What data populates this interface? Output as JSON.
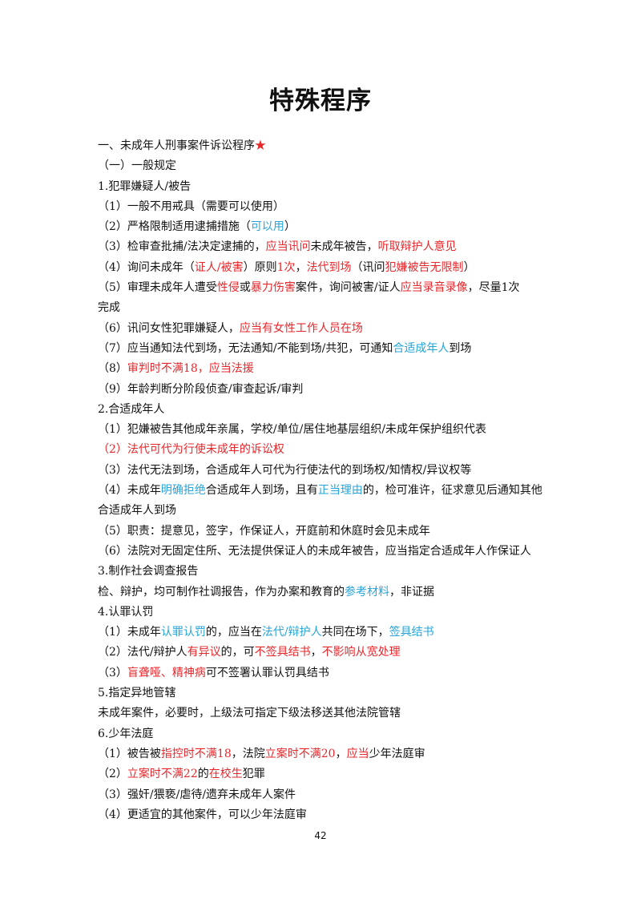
{
  "page": {
    "title": "特殊程序",
    "page_number": "42",
    "colors": {
      "text": "#111111",
      "red_highlight": "#e8272b",
      "blue_highlight": "#25a5d9"
    }
  },
  "lines": [
    {
      "name": "section-heading",
      "segments": [
        {
          "t": "一、未成年人刑事案件诉讼程序"
        },
        {
          "t": "★",
          "c": "red"
        }
      ]
    },
    {
      "name": "subsection-heading",
      "segments": [
        {
          "t": "（一）一般规定"
        }
      ]
    },
    {
      "name": "item-heading",
      "segments": [
        {
          "t": "1.犯罪嫌疑人/被告"
        }
      ]
    },
    {
      "name": "list-item",
      "segments": [
        {
          "t": "（1）一般不用戒具（需要可以使用）"
        }
      ]
    },
    {
      "name": "list-item",
      "segments": [
        {
          "t": "（2）严格限制适用逮捕措施（"
        },
        {
          "t": "可以用",
          "c": "blue"
        },
        {
          "t": "）"
        }
      ]
    },
    {
      "name": "list-item",
      "segments": [
        {
          "t": "（3）检审查批捕/法决定逮捕的，"
        },
        {
          "t": "应当讯问",
          "c": "red"
        },
        {
          "t": "未成年被告，"
        },
        {
          "t": "听取辩护人意见",
          "c": "red"
        }
      ]
    },
    {
      "name": "list-item",
      "segments": [
        {
          "t": "（4）询问未成年（"
        },
        {
          "t": "证人/被害",
          "c": "red"
        },
        {
          "t": "）原则"
        },
        {
          "t": "1次",
          "c": "red"
        },
        {
          "t": "，"
        },
        {
          "t": "法代到场",
          "c": "red"
        },
        {
          "t": "（讯问"
        },
        {
          "t": "犯嫌被告无限制",
          "c": "red"
        },
        {
          "t": "）"
        }
      ]
    },
    {
      "name": "list-item",
      "segments": [
        {
          "t": "（5）审理未成年人遭受"
        },
        {
          "t": "性侵",
          "c": "red"
        },
        {
          "t": "或"
        },
        {
          "t": "暴力伤害",
          "c": "red"
        },
        {
          "t": "案件，询问被害/证人"
        },
        {
          "t": "应当录音录像",
          "c": "red"
        },
        {
          "t": "，尽量1次"
        }
      ]
    },
    {
      "name": "list-item-continuation",
      "segments": [
        {
          "t": "完成"
        }
      ]
    },
    {
      "name": "list-item",
      "segments": [
        {
          "t": "（6）讯问女性犯罪嫌疑人，"
        },
        {
          "t": "应当有女性工作人员在场",
          "c": "red"
        }
      ]
    },
    {
      "name": "list-item",
      "segments": [
        {
          "t": "（7）应当通知法代到场，无法通知/不能到场/共犯，可通知"
        },
        {
          "t": "合适成年人",
          "c": "blue"
        },
        {
          "t": "到场"
        }
      ]
    },
    {
      "name": "list-item",
      "segments": [
        {
          "t": "（8）"
        },
        {
          "t": "审判时不满18，应当法援",
          "c": "red"
        }
      ]
    },
    {
      "name": "list-item",
      "segments": [
        {
          "t": "（9）年龄判断分阶段侦查/审查起诉/审判"
        }
      ]
    },
    {
      "name": "item-heading",
      "segments": [
        {
          "t": "2.合适成年人"
        }
      ]
    },
    {
      "name": "list-item",
      "segments": [
        {
          "t": "（1）犯嫌被告其他成年亲属，学校/单位/居住地基层组织/未成年保护组织代表"
        }
      ]
    },
    {
      "name": "list-item",
      "segments": [
        {
          "t": "（2）法代可代为行使未成年的诉讼权",
          "c": "red"
        }
      ]
    },
    {
      "name": "list-item",
      "segments": [
        {
          "t": "（3）法代无法到场，合适成年人可代为行使法代的到场权/知情权/异议权等"
        }
      ]
    },
    {
      "name": "list-item",
      "segments": [
        {
          "t": "（4）未成年"
        },
        {
          "t": "明确拒绝",
          "c": "blue"
        },
        {
          "t": "合适成年人到场，且有"
        },
        {
          "t": "正当理由",
          "c": "blue"
        },
        {
          "t": "的，检可准许，征求意见后通知其他"
        }
      ]
    },
    {
      "name": "list-item-continuation",
      "segments": [
        {
          "t": "合适成年人到场"
        }
      ]
    },
    {
      "name": "list-item",
      "segments": [
        {
          "t": "（5）职责：提意见，签字，作保证人，开庭前和休庭时会见未成年"
        }
      ]
    },
    {
      "name": "list-item",
      "segments": [
        {
          "t": "（6）法院对无固定住所、无法提供保证人的未成年被告，应当指定合适成年人作保证人"
        }
      ]
    },
    {
      "name": "item-heading",
      "segments": [
        {
          "t": "3.制作社会调查报告"
        }
      ]
    },
    {
      "name": "paragraph",
      "segments": [
        {
          "t": "检、辩护，均可制作社调报告，作为办案和教育的"
        },
        {
          "t": "参考材料",
          "c": "blue"
        },
        {
          "t": "，非证据"
        }
      ]
    },
    {
      "name": "item-heading",
      "segments": [
        {
          "t": "4.认罪认罚"
        }
      ]
    },
    {
      "name": "list-item",
      "segments": [
        {
          "t": "（1）未成年"
        },
        {
          "t": "认罪认罚",
          "c": "blue"
        },
        {
          "t": "的，应当在"
        },
        {
          "t": "法代/辩护人",
          "c": "blue"
        },
        {
          "t": "共同在场下，"
        },
        {
          "t": "签具结书",
          "c": "blue"
        }
      ]
    },
    {
      "name": "list-item",
      "segments": [
        {
          "t": "（2）法代/辩护人"
        },
        {
          "t": "有异议",
          "c": "red"
        },
        {
          "t": "的，可"
        },
        {
          "t": "不签具结书",
          "c": "red"
        },
        {
          "t": "，"
        },
        {
          "t": "不影响从宽处理",
          "c": "red"
        }
      ]
    },
    {
      "name": "list-item",
      "segments": [
        {
          "t": "（3）"
        },
        {
          "t": "盲聋哑、精神病",
          "c": "red"
        },
        {
          "t": "可不签署认罪认罚具结书"
        }
      ]
    },
    {
      "name": "item-heading",
      "segments": [
        {
          "t": "5.指定异地管辖"
        }
      ]
    },
    {
      "name": "paragraph",
      "segments": [
        {
          "t": "未成年案件，必要时，上级法可指定下级法移送其他法院管辖"
        }
      ]
    },
    {
      "name": "item-heading",
      "segments": [
        {
          "t": "6.少年法庭"
        }
      ]
    },
    {
      "name": "list-item",
      "segments": [
        {
          "t": "（1）被告被"
        },
        {
          "t": "指控时不满18",
          "c": "red"
        },
        {
          "t": "，法院"
        },
        {
          "t": "立案时不满20",
          "c": "red"
        },
        {
          "t": "，"
        },
        {
          "t": "应当",
          "c": "red"
        },
        {
          "t": "少年法庭审"
        }
      ]
    },
    {
      "name": "list-item",
      "segments": [
        {
          "t": "（2）"
        },
        {
          "t": "立案时不满22",
          "c": "red"
        },
        {
          "t": "的"
        },
        {
          "t": "在校生",
          "c": "red"
        },
        {
          "t": "犯罪"
        }
      ]
    },
    {
      "name": "list-item",
      "segments": [
        {
          "t": "（3）强奸/猥亵/虐待/遗弃未成年人案件"
        }
      ]
    },
    {
      "name": "list-item",
      "segments": [
        {
          "t": "（4）更适宜的其他案件，可以少年法庭审"
        }
      ]
    }
  ]
}
